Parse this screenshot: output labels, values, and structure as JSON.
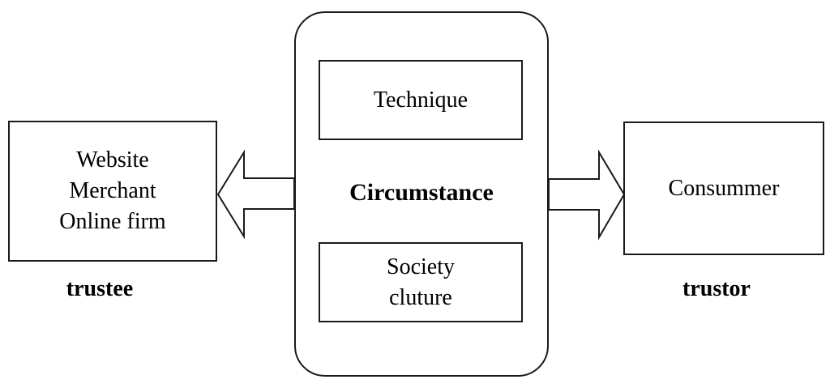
{
  "diagram": {
    "left": {
      "box_text": "Website\nMerchant\nOnline firm",
      "role_label": "trustee"
    },
    "center": {
      "top_box": "Technique",
      "label": "Circumstance",
      "bottom_box": "Society\ncluture"
    },
    "right": {
      "box_text": "Consummer",
      "role_label": "trustor"
    },
    "colors": {
      "stroke": "#1a1a1a",
      "background": "#ffffff",
      "text": "#000000"
    }
  }
}
